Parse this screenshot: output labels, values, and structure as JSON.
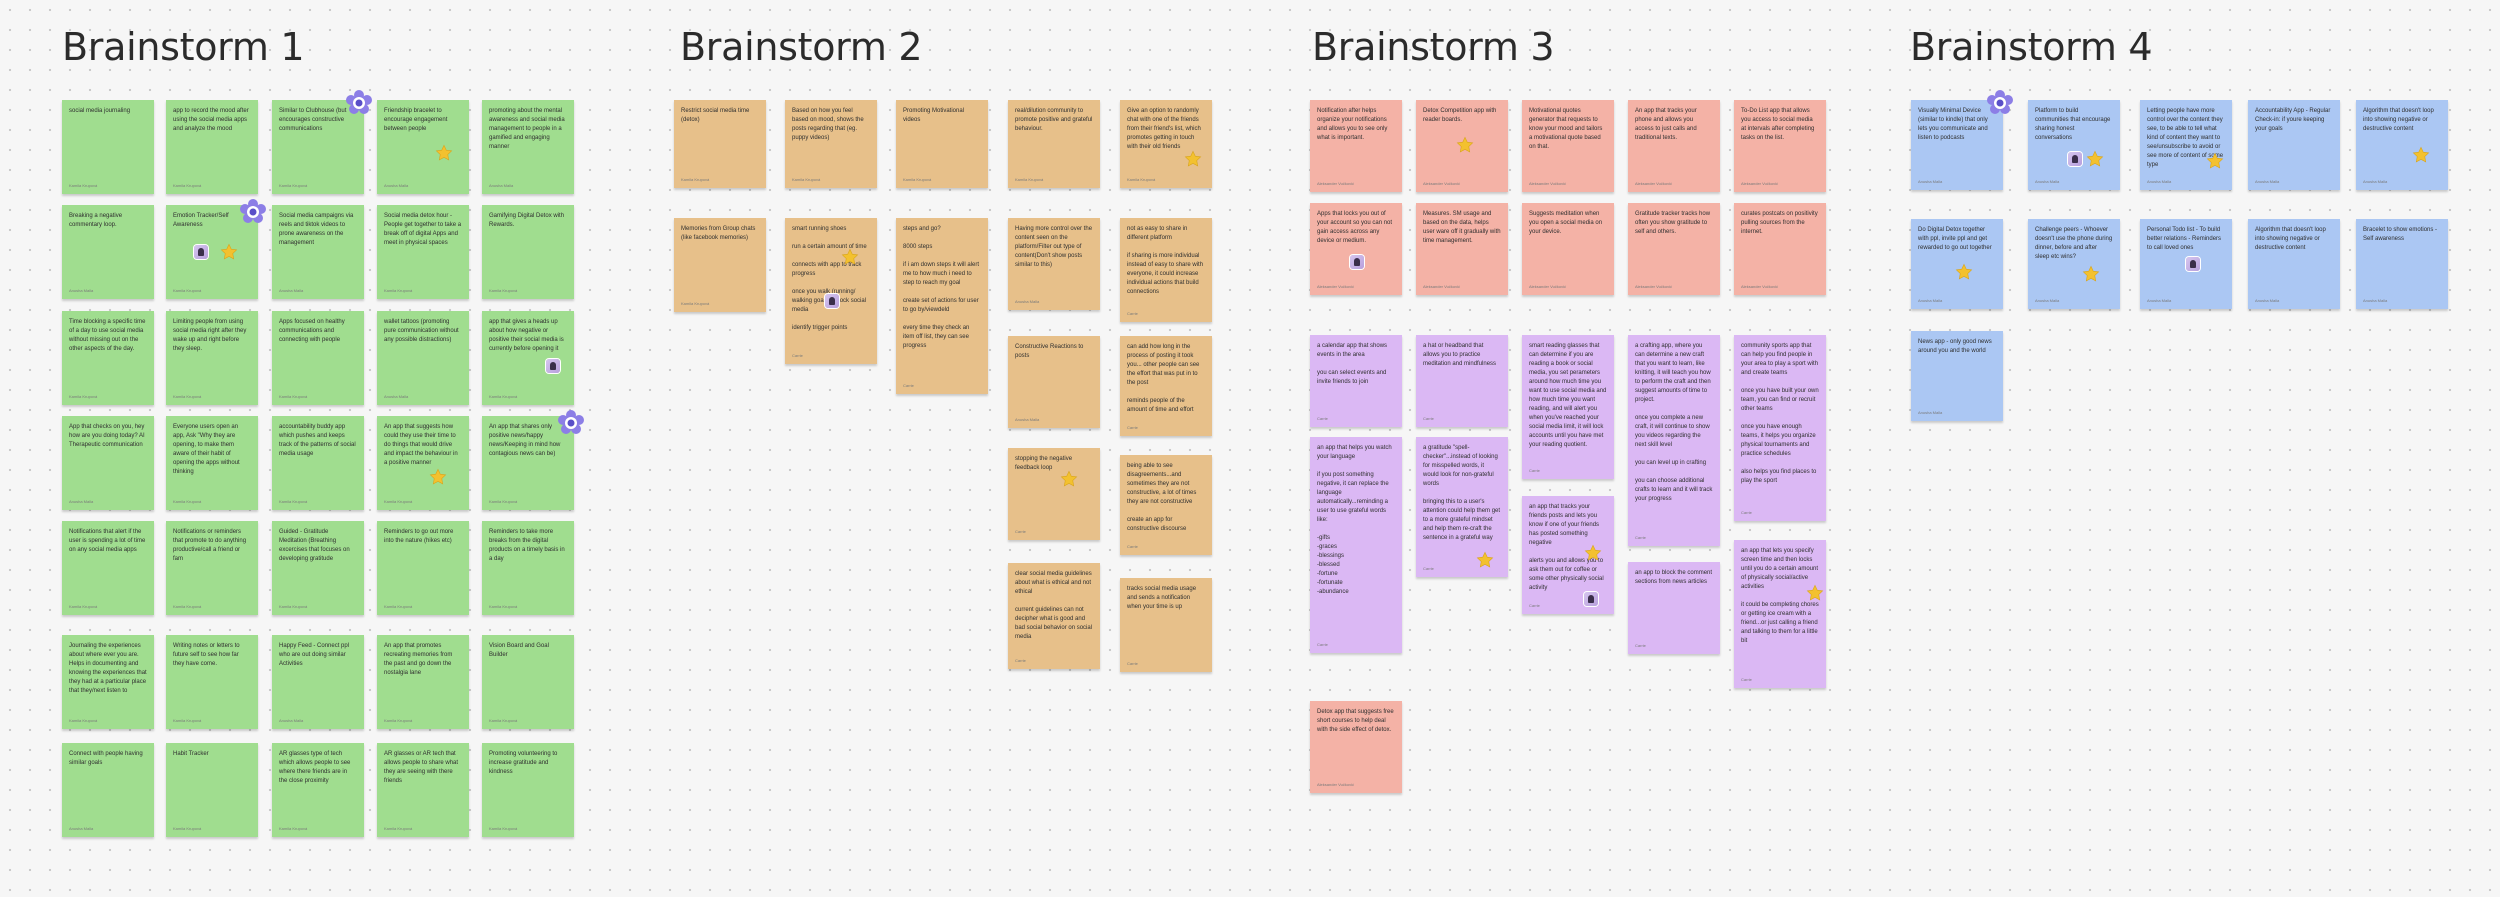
{
  "boards": [
    {
      "title": "Brainstorm 1"
    },
    {
      "title": "Brainstorm 2"
    },
    {
      "title": "Brainstorm 3"
    },
    {
      "title": "Brainstorm 4"
    }
  ],
  "notes": {
    "b1": [
      {
        "text": "social media journaling",
        "author": "Kamila Krupová"
      },
      {
        "text": "app to record the mood after using the social media apps and analyze the mood",
        "author": "Kamila Krupová"
      },
      {
        "text": "Similar to Clubhouse (but encourages constructive communications",
        "author": "Kamila Krupová"
      },
      {
        "text": "Friendship bracelet to encourage engagement between people",
        "author": "Anusha Malla"
      },
      {
        "text": "promoting about the mental awareness and social media management to people in a gamified and engaging manner",
        "author": "Anusha Malla"
      },
      {
        "text": "Breaking a negative commentary loop.",
        "author": "Anusha Malla"
      },
      {
        "text": "Emotion Tracker/Self Awareness",
        "author": "Kamila Krupová"
      },
      {
        "text": "Social media campaigns via reels and tiktok videos to prone awareness on the management",
        "author": "Anusha Malla"
      },
      {
        "text": "Social media detox hour - People get together to take a break off of digital Apps and meet in physical spaces",
        "author": "Kamila Krupová"
      },
      {
        "text": "Gamifying Digital Detox with Rewards.",
        "author": "Kamila Krupová"
      },
      {
        "text": "Time blocking a specific time of a day to use social media without missing out on the other aspects of the day.",
        "author": "Kamila Krupová"
      },
      {
        "text": "Limiting people from using social media right after they wake up and right before they sleep.",
        "author": "Kamila Krupová"
      },
      {
        "text": "Apps focused on healthy communications and connecting with people",
        "author": "Kamila Krupová"
      },
      {
        "text": "wallet tattoos (promoting pure communication without any possible distractions)",
        "author": "Anusha Malla"
      },
      {
        "text": "app that gives a heads up about how negative or positive their social media is currently before opening it",
        "author": "Kamila Krupová"
      },
      {
        "text": "App that checks on you, hey how are you doing today? AI Therapeutic communication",
        "author": "Anusha Malla"
      },
      {
        "text": "Everyone users open an app, Ask \"Why they are opening, to make them aware of their habit of opening the apps without thinking",
        "author": "Kamila Krupová"
      },
      {
        "text": "accountability buddy app which pushes and keeps track of the patterns of social media usage",
        "author": "Kamila Krupová"
      },
      {
        "text": "An app that suggests how could they use their time to do things that would drive and impact the behaviour in a positive manner",
        "author": "Kamila Krupová"
      },
      {
        "text": "An app that shares only positive news/happy news/Keeping in mind how contagious news can be)",
        "author": "Kamila Krupová"
      },
      {
        "text": "Notifications that alert if the user is spending a lot of time on any social media apps",
        "author": "Kamila Krupová"
      },
      {
        "text": "Notifications or reminders that promote to do anything productive/call a friend or fam",
        "author": "Kamila Krupová"
      },
      {
        "text": "Guided - Gratitude Meditation (Breathing excercises that focuses on developing gratitude",
        "author": "Kamila Krupová"
      },
      {
        "text": "Reminders to go out more into the nature (hikes etc)",
        "author": "Kamila Krupová"
      },
      {
        "text": "Reminders to take more breaks from the digital products on a timely basis in a day",
        "author": "Kamila Krupová"
      },
      {
        "text": "Journaling the experiences about where ever you are. Helps in documenting and knowing the experiences that they had at a particular place that they/next listen to",
        "author": "Kamila Krupová"
      },
      {
        "text": "Writing notes or letters to future self to see how far they have come.",
        "author": "Kamila Krupová"
      },
      {
        "text": "Happy Feed - Connect ppl who are out doing similar Activities",
        "author": "Anusha Malla"
      },
      {
        "text": "An app that promotes recreating memories from the past and go down the nostalgia lane",
        "author": "Kamila Krupová"
      },
      {
        "text": "Vision Board and Goal Builder",
        "author": "Kamila Krupová"
      },
      {
        "text": "Connect with people having similar goals",
        "author": "Anusha Malla"
      },
      {
        "text": "Habit Tracker",
        "author": "Kamila Krupová"
      },
      {
        "text": "AR glasses type of tech which allows people to see where there friends are in the close proximity",
        "author": "Kamila Krupová"
      },
      {
        "text": "AR glasses or AR tech that allows people to share what they are seeing with there friends",
        "author": "Kamila Krupová"
      },
      {
        "text": "Promoting volunteering to increase gratitude and kindness",
        "author": "Kamila Krupová"
      }
    ],
    "b2": [
      {
        "text": "Restrict social media time (detox)",
        "author": "Kamila Krupová"
      },
      {
        "text": "Based on how you feel based on mood, shows the posts regarding that (eg. puppy videos)",
        "author": "Kamila Krupová"
      },
      {
        "text": "Promoting Motivational videos",
        "author": "Kamila Krupová"
      },
      {
        "text": "real/dilution community to promote positive and grateful behaviour.",
        "author": "Kamila Krupová"
      },
      {
        "text": "Give an option to randomly chat with one of the friends from their friend's list, which promotes getting in touch with their old friends",
        "author": "Kamila Krupová"
      },
      {
        "text": "Memories from Group chats (like facebook memories)",
        "author": "Kamila Krupová"
      },
      {
        "text": "smart running shoes\n\nrun a certain amount of time\n\nconnects with app to track progress\n\nonce you walk (running/ walking goals) unlock social media\n\nidentify trigger points",
        "author": "Carrie"
      },
      {
        "text": "steps and go?\n\n8000 steps\n\nif i am down steps it will alert me to how much i need to step to reach my goal\n\ncreate set of actions for user to go by/viewdeld\n\nevery time they check an item off list, they can see progress",
        "author": "Carrie"
      },
      {
        "text": "Having more control over the content seen on the platform/Filter out type of content(Don't show posts similar to this)",
        "author": "Anusha Malla"
      },
      {
        "text": "not as easy to share in different platform\n\nif sharing is more individual instead of easy to share with everyone, it could increase individual actions that build connections",
        "author": "Carrie"
      },
      {
        "text": "Constructive Reactions to posts",
        "author": "Anusha Malla"
      },
      {
        "text": "can add how long in the process of posting it took you... other people can see the effort that was put in to the post\n\nreminds people of the amount of time and effort",
        "author": "Carrie"
      },
      {
        "text": "stopping the negative feedback loop",
        "author": "Carrie"
      },
      {
        "text": "being able to see disagreements...and sometimes they are not constructive, a lot of times they are not constructive\n\ncreate an app for constructive discourse",
        "author": "Carrie"
      },
      {
        "text": "clear social media guidelines about what is ethical and not ethical\n\ncurrent guidelines can not decipher what is good and bad social behavior on social media",
        "author": "Carrie"
      },
      {
        "text": "tracks social media usage and sends a notification when your time is up",
        "author": "Carrie"
      }
    ],
    "b3": [
      {
        "text": "Notification after helps organize your notifications and allows you to see only what is important.",
        "author": "Aleksander Vučković"
      },
      {
        "text": "Detox Competition app with reader boards.",
        "author": "Aleksander Vučković"
      },
      {
        "text": "Motivational quotes generator that requests to know your mood and tailors a motivational quote based on that.",
        "author": "Aleksander Vučković"
      },
      {
        "text": "An app that tracks your phone and allows you access to just calls and traditional texts.",
        "author": "Aleksander Vučković"
      },
      {
        "text": "To-Do List app that allows you access to social media at intervals after completing tasks on the list.",
        "author": "Aleksander Vučković"
      },
      {
        "text": "Apps that locks you out of your account so you can not gain access across any device or medium.",
        "author": "Aleksander Vučković"
      },
      {
        "text": "Measures. SM usage and based on the data, helps user ware off it gradually with time management.",
        "author": "Aleksander Vučković"
      },
      {
        "text": "Suggests meditation when you open a social media on your device.",
        "author": "Aleksander Vučković"
      },
      {
        "text": "Gratitude tracker tracks how often you show gratitude to self and others.",
        "author": "Aleksander Vučković"
      },
      {
        "text": "curates postcats on positivity pulling sources from the internet.",
        "author": "Aleksander Vučković"
      },
      {
        "text": "a calendar app that shows events in the area\n\nyou can select events and invite friends to join",
        "author": "Carrie"
      },
      {
        "text": "a hat or headband that allows you to practice meditation and mindfulness",
        "author": "Carrie"
      },
      {
        "text": "smart reading glasses that can determine if you are reading a book or social media, you set perameters around how much time you want to use social media and how much time you want reading, and will alert you when you've reached your social media limit, it will lock accounts until you have met your reading quotient.",
        "author": "Carrie"
      },
      {
        "text": "a crafting app, where you can determine a new craft that you want to learn, like knitting, it will teach you how to perform the craft and then suggest amounts of time to project.\n\nonce you complete a new craft, it will continue to show you videos regarding the next skill level\n\nyou can level up in crafting\n\nyou can choose additional crafts to learn and it will track your progress",
        "author": "Carrie"
      },
      {
        "text": "community sports app that can help you find people in your area to play a sport with and create teams\n\nonce you have built your own team, you can find or recruit other teams\n\nonce you have enough teams, it helps you organize physical tournaments and practice schedules\n\nalso helps you find places to play the sport",
        "author": "Carrie"
      },
      {
        "text": "an app that helps you watch your language\n\nif you post something negative, it can replace the language automatically...reminding a user to use grateful words like:\n\n-gifts\n-graces\n-blessings\n-blessed\n-fortune\n-fortunate\n-abundance",
        "author": "Carrie"
      },
      {
        "text": "a gratitude \"spell-checker\"...instead of looking for misspelled words, it would look for non-grateful words\n\nbringing this to a user's attention could help them get to a more grateful mindset and help them re-craft the sentence in a grateful way",
        "author": "Carrie"
      },
      {
        "text": "an app that tracks your friends posts and lets you know if one of your friends has posted something negative\n\nalerts you and allows you to ask them out for coffee or some other physically social activity",
        "author": "Carrie"
      },
      {
        "text": "an app to block the comment sections from news articles",
        "author": "Carrie"
      },
      {
        "text": "an app that lets you specify screen time and then locks until you do a certain amount of physically social/active activities\n\nit could be completing chores or getting ice cream with a friend...or just calling a friend and talking to them for a little bit",
        "author": "Carrie"
      },
      {
        "text": "Detox app that suggests free short courses to help deal with the side effect of detox.",
        "author": "Aleksander Vučković"
      }
    ],
    "b4": [
      {
        "text": "Visually Minimal Device (similar to kindle) that only lets you communicate and listen to podcasts",
        "author": "Anusha Malla"
      },
      {
        "text": "Platform to build communities that encourage sharing honest conversations",
        "author": "Anusha Malla"
      },
      {
        "text": "Letting people have more control over the content they see, to be able to tell what kind of content they want to see/unsubscribe to avoid or see more of content of some type",
        "author": "Anusha Malla"
      },
      {
        "text": "Accountability App - Regular Check-in: if youre keeping your goals",
        "author": "Anusha Malla"
      },
      {
        "text": "Algorithm that doesn't loop into showing negative or destructive content",
        "author": "Anusha Malla"
      },
      {
        "text": "Do Digital Detox together with ppl, invite ppl and get rewarded to go out together",
        "author": "Anusha Malla"
      },
      {
        "text": "Challenge peers - Whoever doesn't use the phone during dinner, before and after sleep etc wins?",
        "author": "Anusha Malla"
      },
      {
        "text": "Personal Todo list - To build better relations - Reminders to call loved ones",
        "author": "Anusha Malla"
      },
      {
        "text": "Algorithm that doesn't loop into showing negative or destructive content",
        "author": "Anusha Malla"
      },
      {
        "text": "Bracelet to show emotions - Self awareness",
        "author": "Anusha Malla"
      },
      {
        "text": "News app - only good news around you and the world",
        "author": "Anusha Malla"
      }
    ]
  },
  "colors": {
    "green": "#a0dd8f",
    "orange": "#e7c08a",
    "red": "#f4b2a6",
    "purple": "#dbb8f4",
    "blue": "#abc7f3",
    "star": "#f3c12f"
  },
  "icons": [
    "star-icon",
    "user-avatar-icon",
    "flower-badge-icon"
  ]
}
